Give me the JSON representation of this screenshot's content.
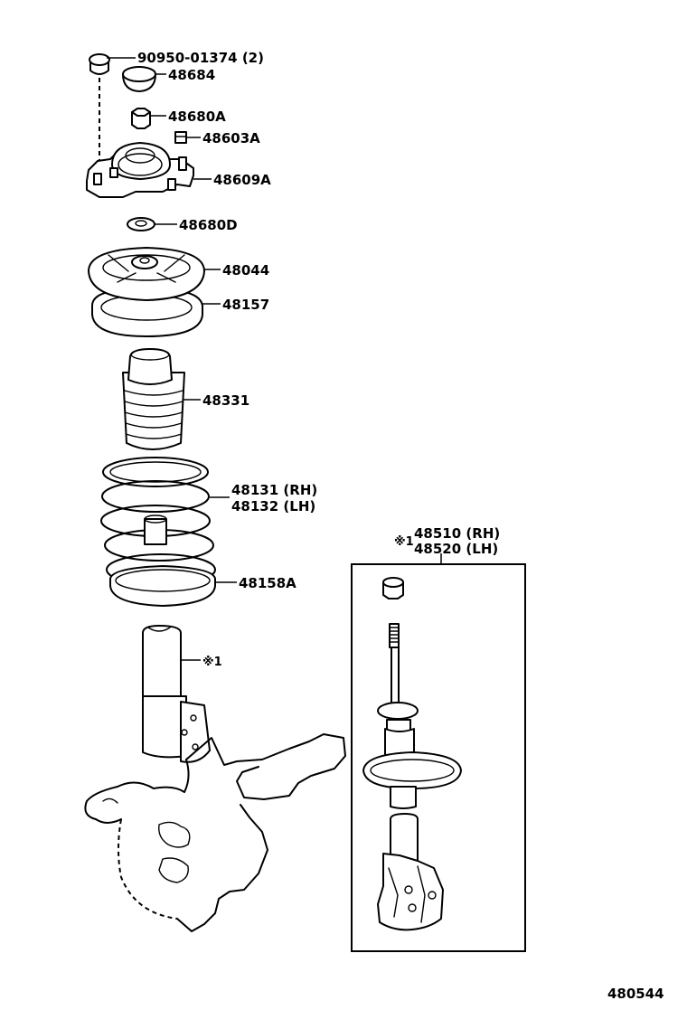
{
  "diagram_id": "480544",
  "callouts": {
    "cap_bolt": "90950-01374 (2)",
    "dust_cover": "48684",
    "nut_upper": "48680A",
    "nut_small": "48603A",
    "support": "48609A",
    "washer": "48680D",
    "bearing_seat": "48044",
    "insulator": "48157",
    "bumper": "48331",
    "spring_rh": "48131 (RH)",
    "spring_lh": "48132 (LH)",
    "lower_insulator": "48158A",
    "shock_marker": "※1",
    "shock_rh_marker": "※1",
    "shock_rh": "48510 (RH)",
    "shock_lh": "48520 (LH)"
  }
}
